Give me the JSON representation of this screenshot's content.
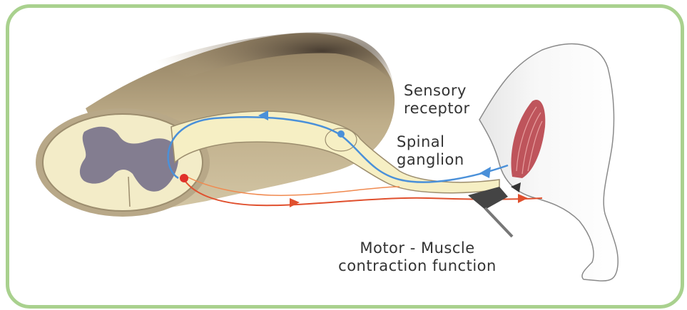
{
  "labels": {
    "sensory_receptor": [
      "Sensory",
      "receptor"
    ],
    "spinal_ganglion": [
      "Spinal",
      "ganglion"
    ],
    "motor": [
      "Motor - Muscle",
      "contraction function"
    ]
  },
  "colors": {
    "frame": "#a9d18e",
    "sensory_nerve": "#4a90d9",
    "motor_nerve": "#e0502e",
    "cord_tan": "#f3ecc8",
    "cord_outer": "#b9a888",
    "grey_matter": "#6e6a86",
    "muscle": "#b8434a",
    "hammer": "#555555"
  },
  "icons": [
    "spinal-cord-section",
    "grey-matter-butterfly",
    "dorsal-root-ganglion",
    "sensory-neuron-path",
    "motor-neuron-path",
    "reflex-hammer",
    "leg-outline",
    "muscle-fibers"
  ]
}
